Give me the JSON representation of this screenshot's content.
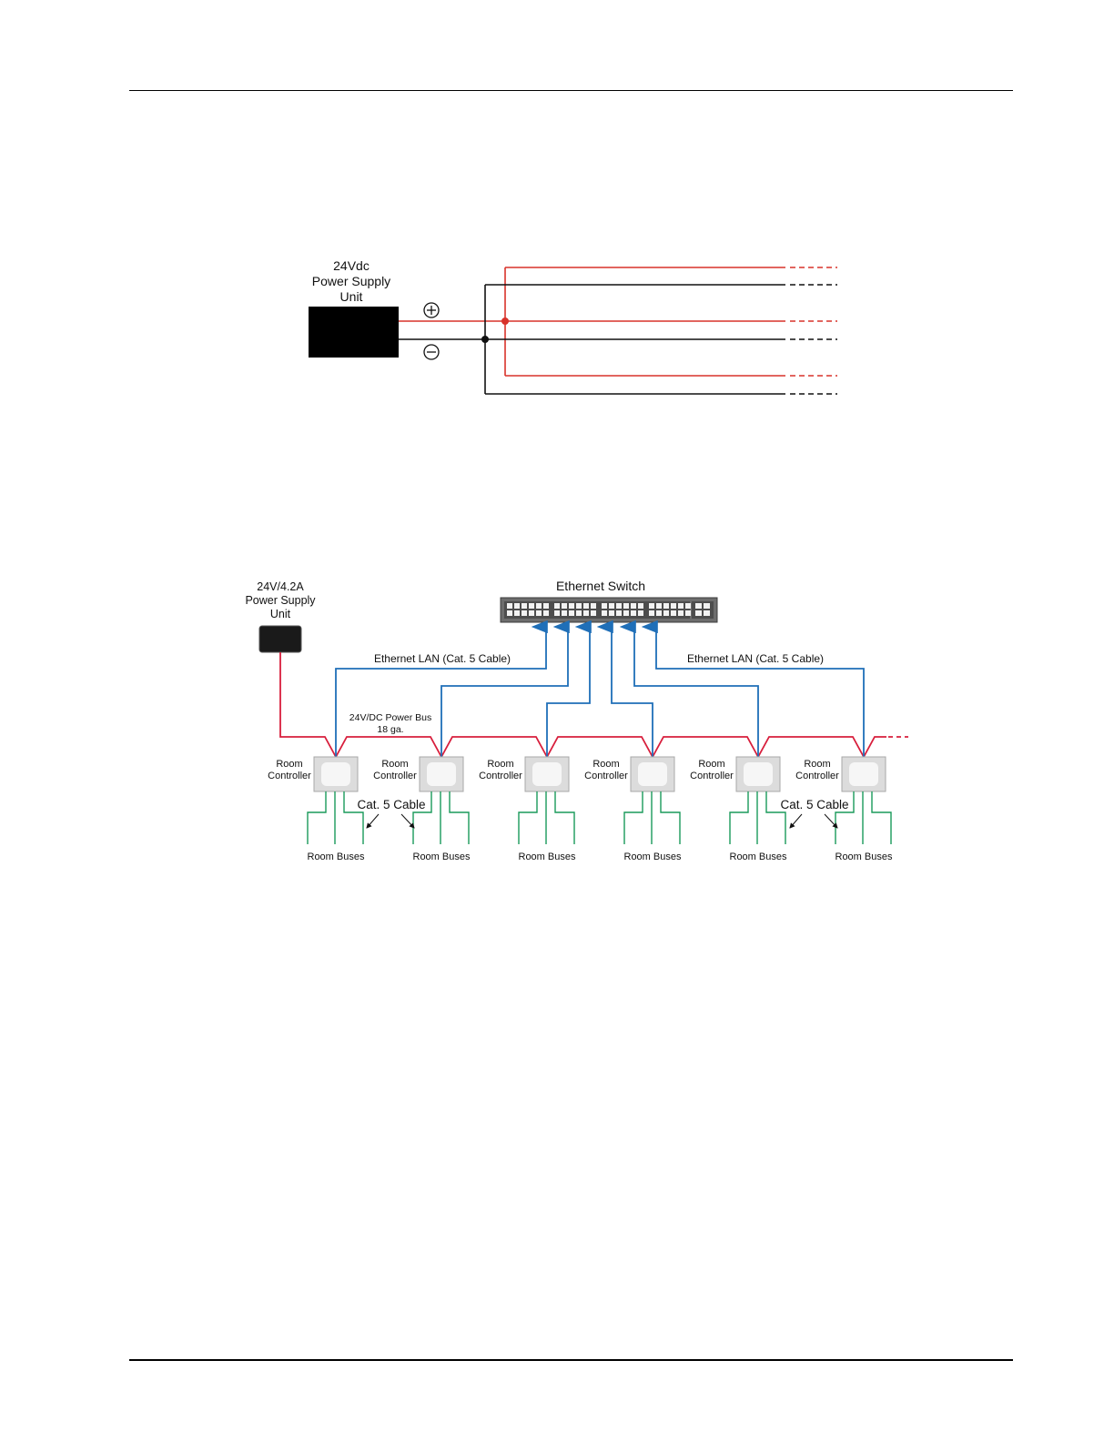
{
  "diagram1": {
    "psu_label": [
      "24Vdc",
      "Power Supply",
      "Unit"
    ],
    "plus_symbol": "+",
    "minus_symbol": "−",
    "colors": {
      "positive": "#d8322a",
      "negative": "#111111",
      "psu": "#000000"
    }
  },
  "diagram2": {
    "psu_label": [
      "24V/4.2A",
      "Power Supply",
      "Unit"
    ],
    "switch_label": "Ethernet Switch",
    "lan_label_left": "Ethernet LAN (Cat. 5 Cable)",
    "lan_label_right": "Ethernet LAN (Cat. 5 Cable)",
    "power_bus_label": [
      "24V/DC Power Bus",
      "18 ga."
    ],
    "cat5_label_left": "Cat. 5 Cable",
    "cat5_label_right": "Cat. 5 Cable",
    "controllers": [
      {
        "label": [
          "Room",
          "Controller"
        ],
        "bus_label": "Room Buses"
      },
      {
        "label": [
          "Room",
          "Controller"
        ],
        "bus_label": "Room Buses"
      },
      {
        "label": [
          "Room",
          "Controller"
        ],
        "bus_label": "Room Buses"
      },
      {
        "label": [
          "Room",
          "Controller"
        ],
        "bus_label": "Room Buses"
      },
      {
        "label": [
          "Room",
          "Controller"
        ],
        "bus_label": "Room Buses"
      },
      {
        "label": [
          "Room",
          "Controller"
        ],
        "bus_label": "Room Buses"
      }
    ],
    "colors": {
      "power": "#d81e3c",
      "lan": "#1f6fb8",
      "bus": "#1a9a5a",
      "controller": "#dcdcdc",
      "switch": "#6d6d6d"
    }
  }
}
